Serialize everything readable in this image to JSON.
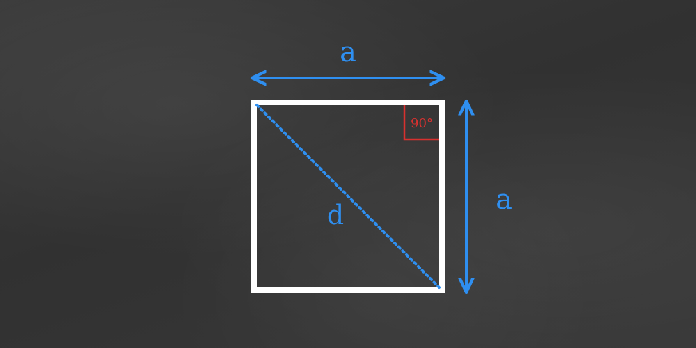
{
  "diagram": {
    "side_top_label": "a",
    "side_right_label": "a",
    "diagonal_label": "d",
    "angle_label": "90°"
  },
  "colors": {
    "background": "#2f2f2f",
    "square_stroke": "#ffffff",
    "dimension_blue": "#2f8ff0",
    "right_angle_red": "#d8312f"
  }
}
